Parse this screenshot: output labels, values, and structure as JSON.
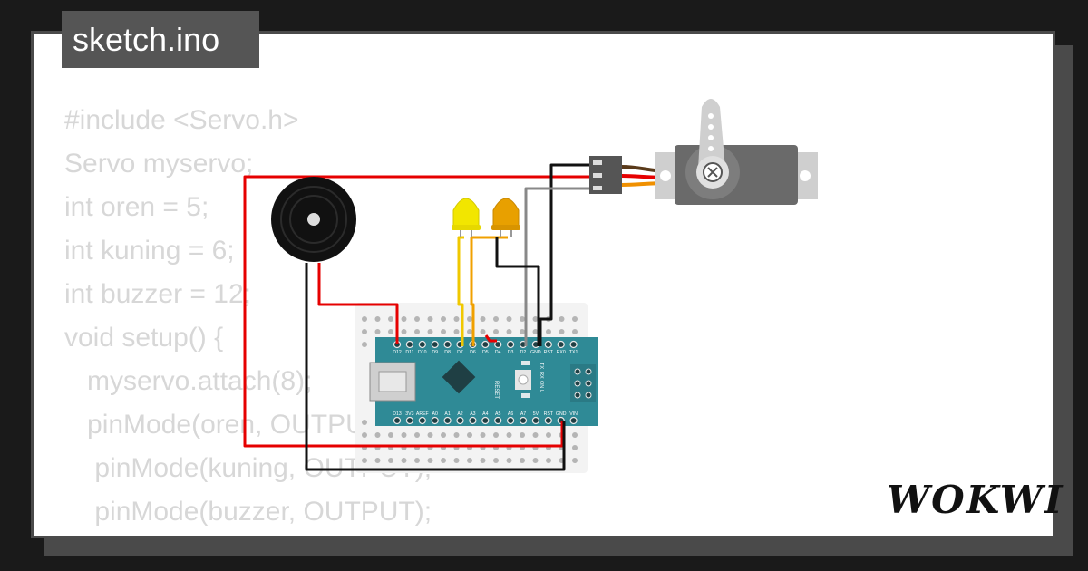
{
  "file_tab": {
    "label": "sketch.ino"
  },
  "code_lines": [
    "#include <Servo.h>",
    "Servo myservo;",
    "int oren = 5;",
    "int kuning = 6;",
    "int buzzer = 12;",
    "void setup() {",
    "   myservo.attach(8);",
    "   pinMode(oren, OUTPUT);",
    "    pinMode(kuning, OUTPUT);",
    "    pinMode(buzzer, OUTPUT);"
  ],
  "board": {
    "top_pins": [
      "D12",
      "D11",
      "D10",
      "D9",
      "D8",
      "D7",
      "D6",
      "D5",
      "D4",
      "D3",
      "D2",
      "GND",
      "RST",
      "RX0",
      "TX1"
    ],
    "bottom_pins": [
      "D13",
      "3V3",
      "AREF",
      "A0",
      "A1",
      "A2",
      "A3",
      "A4",
      "A5",
      "A6",
      "A7",
      "5V",
      "RST",
      "GND",
      "VIN"
    ],
    "reset_label": "RESET",
    "led_labels": [
      "TX",
      "RX",
      "ON",
      "L"
    ]
  },
  "logo": {
    "text": "WOKWI"
  },
  "colors": {
    "wire_red": "#e60000",
    "wire_black": "#111111",
    "wire_yellow": "#f0c800",
    "wire_orange": "#f0a000",
    "wire_gray": "#888888",
    "board": "#2f8a96",
    "led_yellow": "#f2e600",
    "led_orange": "#e8a000"
  }
}
